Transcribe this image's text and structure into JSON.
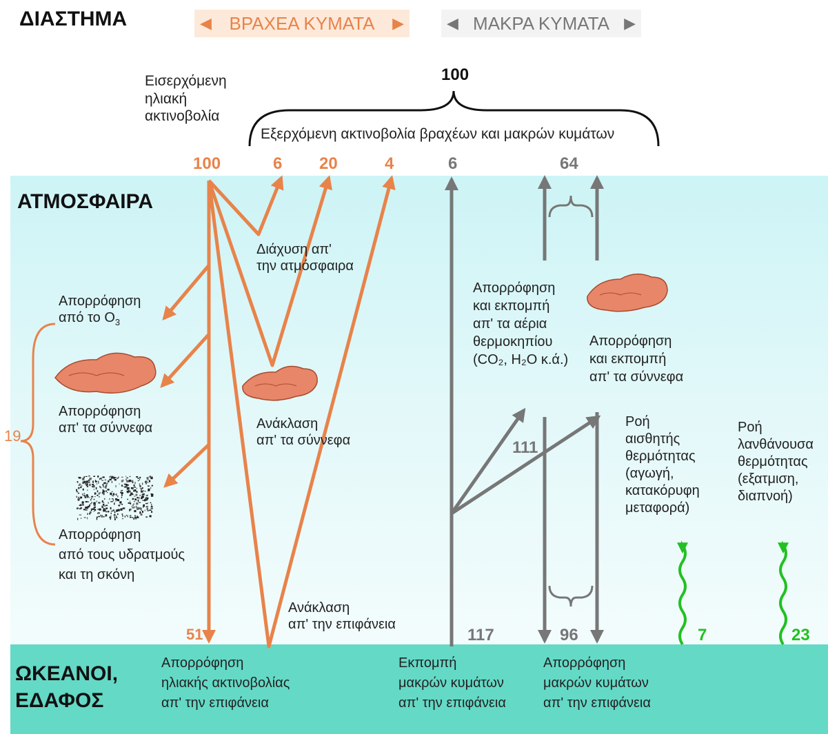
{
  "regions": {
    "space": "ΔΙΑΣΤΗΜΑ",
    "atmosphere": "ΑΤΜΟΣΦΑΙΡΑ",
    "surface": "ΩΚΕΑΝΟΙ,\nΕΔΑΦΟΣ"
  },
  "legend": {
    "shortwave": "ΒΡΑΧΕΑ ΚΥΜΑΤΑ",
    "longwave": "ΜΑΚΡΑ ΚΥΜΑΤΑ"
  },
  "labels": {
    "incoming": "Εισερχόμενη\nηλιακή\nακτινοβολία",
    "outgoing": "Εξερχόμενη ακτινοβολία βραχέων και μακρών κυμάτων",
    "diffusion": "Διάχυση απ'\nτην ατμόσφαιρα",
    "ozone": "Απορρόφηση\nαπό το O",
    "ozone_sub": "3",
    "clouds_abs": "Απορρόφηση\nαπ' τα σύννεφα",
    "vapor_dust": "Απορρόφηση\nαπό τους υδρατμούς\nκαι τη σκόνη",
    "cloud_reflect": "Ανάκλαση\nαπ' τα σύννεφα",
    "surface_reflect": "Ανάκλαση\nαπ' την επιφάνεια",
    "ghg": "Απορρόφηση\nκαι εκπομπή\nαπ' τα αέρια\nθερμοκηπίου\n(CO₂, H₂O κ.ά.)",
    "cloud_emit": "Απορρόφηση\nκαι εκπομπή\nαπ' τα σύννεφα",
    "sensible": "Ροή\nαισθητής\nθερμότητας\n(αγωγή,\nκατακόρυφη\nμεταφορά)",
    "latent": "Ροή\nλανθάνουσα\nθερμότητας\n(εξατμιση,\nδιαπνοή)",
    "abs_solar": "Απορρόφηση\nηλιακής ακτινοβολίας\nαπ' την επιφάνεια",
    "emit_long": "Εκπομπή\nμακρών κυμάτων\nαπ' την επιφάνεια",
    "abs_long": "Απορρόφηση\nμακρών κυμάτων\nαπ' την επιφάνεια"
  },
  "values": {
    "total_out": "100",
    "incoming": "100",
    "diffusion": "6",
    "cloud_reflect": "20",
    "surface_reflect": "4",
    "surface_lw_out": "6",
    "atm_lw_out": "64",
    "atm_absorbed": "19",
    "surface_absorbed": "51",
    "lw_to_atm": "111",
    "surface_emitted": "117",
    "back_radiation": "96",
    "sensible": "7",
    "latent": "23"
  },
  "colors": {
    "shortwave": "#e8834a",
    "longwave": "#777777",
    "heat_flux": "#22c022",
    "atmosphere": "#cdf4f6",
    "surface": "#64d9c6",
    "cloud": "#e8866a"
  }
}
